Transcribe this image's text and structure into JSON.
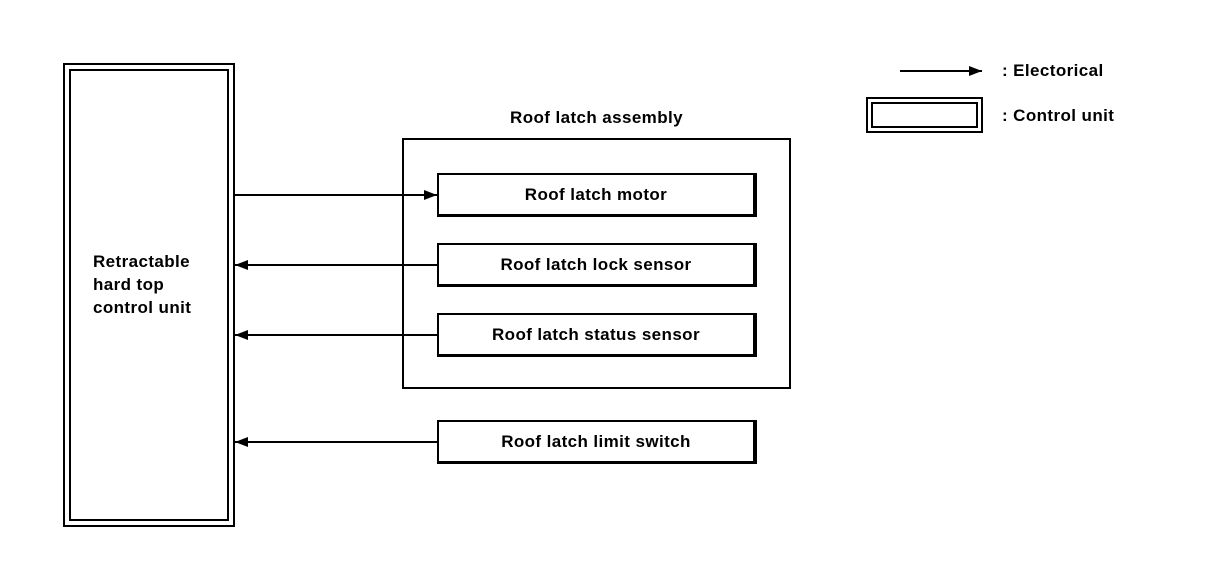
{
  "diagram": {
    "control_unit": {
      "lines": [
        "Retractable",
        "hard top",
        "control unit"
      ]
    },
    "assembly": {
      "title": "Roof latch assembly",
      "boxes": [
        {
          "label": "Roof latch motor"
        },
        {
          "label": "Roof latch lock sensor"
        },
        {
          "label": "Roof latch status sensor"
        }
      ]
    },
    "limit_switch": {
      "label": "Roof latch limit switch"
    },
    "connections": [
      {
        "from": "Retractable hard top control unit",
        "to": "Roof latch motor",
        "direction": "right",
        "type": "electrical"
      },
      {
        "from": "Roof latch lock sensor",
        "to": "Retractable hard top control unit",
        "direction": "left",
        "type": "electrical"
      },
      {
        "from": "Roof latch status sensor",
        "to": "Retractable hard top control unit",
        "direction": "left",
        "type": "electrical"
      },
      {
        "from": "Roof latch limit switch",
        "to": "Retractable hard top control unit",
        "direction": "left",
        "type": "electrical"
      }
    ],
    "legend": {
      "electrical_label": ": Electorical",
      "control_unit_label": ": Control unit"
    },
    "colors": {
      "line": "#000000",
      "background": "#ffffff"
    }
  }
}
